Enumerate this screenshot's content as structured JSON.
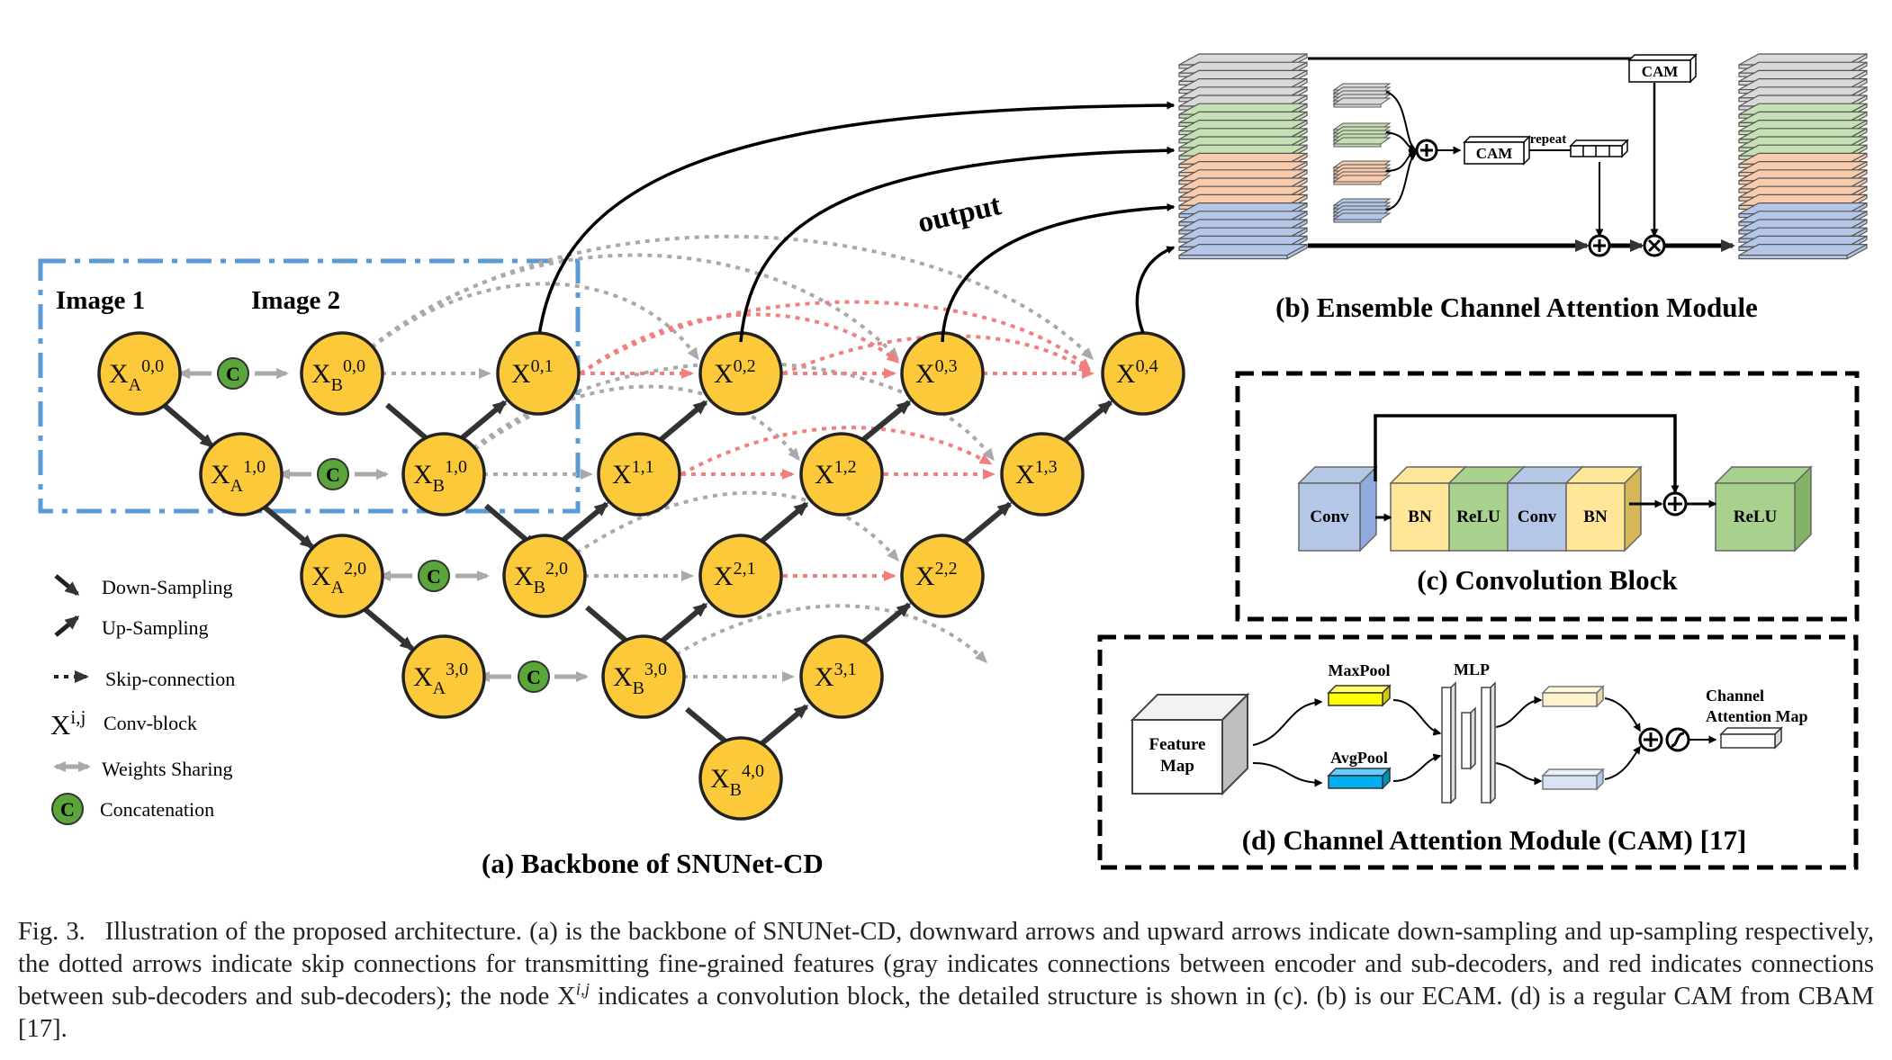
{
  "panel_a": {
    "title": "(a) Backbone of SNUNet-CD",
    "image1_label": "Image 1",
    "image2_label": "Image 2",
    "output_label": "output",
    "concat_symbol": "C",
    "nodes": [
      {
        "id": "xa00",
        "base": "X",
        "sub": "A",
        "sup": "0,0"
      },
      {
        "id": "xb00",
        "base": "X",
        "sub": "B",
        "sup": "0,0"
      },
      {
        "id": "x01",
        "base": "X",
        "sub": "",
        "sup": "0,1"
      },
      {
        "id": "x02",
        "base": "X",
        "sub": "",
        "sup": "0,2"
      },
      {
        "id": "x03",
        "base": "X",
        "sub": "",
        "sup": "0,3"
      },
      {
        "id": "x04",
        "base": "X",
        "sub": "",
        "sup": "0,4"
      },
      {
        "id": "xa10",
        "base": "X",
        "sub": "A",
        "sup": "1,0"
      },
      {
        "id": "xb10",
        "base": "X",
        "sub": "B",
        "sup": "1,0"
      },
      {
        "id": "x11",
        "base": "X",
        "sub": "",
        "sup": "1,1"
      },
      {
        "id": "x12",
        "base": "X",
        "sub": "",
        "sup": "1,2"
      },
      {
        "id": "x13",
        "base": "X",
        "sub": "",
        "sup": "1,3"
      },
      {
        "id": "xa20",
        "base": "X",
        "sub": "A",
        "sup": "2,0"
      },
      {
        "id": "xb20",
        "base": "X",
        "sub": "B",
        "sup": "2,0"
      },
      {
        "id": "x21",
        "base": "X",
        "sub": "",
        "sup": "2,1"
      },
      {
        "id": "x22",
        "base": "X",
        "sub": "",
        "sup": "2,2"
      },
      {
        "id": "xa30",
        "base": "X",
        "sub": "A",
        "sup": "3,0"
      },
      {
        "id": "xb30",
        "base": "X",
        "sub": "B",
        "sup": "3,0"
      },
      {
        "id": "x31",
        "base": "X",
        "sub": "",
        "sup": "3,1"
      },
      {
        "id": "xb40",
        "base": "X",
        "sub": "B",
        "sup": "4,0"
      }
    ],
    "legend": {
      "down_sampling": "Down-Sampling",
      "up_sampling": "Up-Sampling",
      "skip_connection": "Skip-connection",
      "conv_block_symbol_base": "X",
      "conv_block_symbol_sup": "i,j",
      "conv_block": "Conv-block",
      "weights_sharing": "Weights Sharing",
      "concat_symbol": "C",
      "concatenation": "Concatenation"
    }
  },
  "panel_b": {
    "title": "(b) Ensemble Channel Attention Module",
    "cam_label": "CAM",
    "repeat_label": "repeat"
  },
  "panel_c": {
    "title": "(c) Convolution Block",
    "blocks": [
      "Conv",
      "BN",
      "ReLU",
      "Conv",
      "BN",
      "ReLU"
    ]
  },
  "panel_d": {
    "title": "(d) Channel Attention Module (CAM) [17]",
    "feature_map_line1": "Feature",
    "feature_map_line2": "Map",
    "maxpool": "MaxPool",
    "avgpool": "AvgPool",
    "mlp": "MLP",
    "output_line1": "Channel",
    "output_line2": "Attention Map"
  },
  "caption": {
    "fig_label": "Fig. 3.",
    "part1": "Illustration of the proposed architecture. (a) is the backbone of SNUNet-CD, downward arrows and upward arrows indicate down-sampling and up-sampling respectively, the dotted arrows indicate skip connections for transmitting fine-grained features (gray indicates connections between encoder and sub-decoders, and red indicates connections between sub-decoders and sub-decoders); the node X",
    "sup": "i,j",
    "part2": " indicates a convolution block, the detailed structure is shown in (c). (b) is our ECAM. (d) is a regular CAM from CBAM [17]."
  },
  "colors": {
    "node_fill": "#fcc93b",
    "concat_fill": "#5aa63a",
    "image_box": "#5b9bd5",
    "skip_gray": "#a9a9a9",
    "skip_red": "#f08080",
    "layer_gray": "#d9d9d9",
    "layer_green": "#c5e0b4",
    "layer_orange": "#f8cbad",
    "layer_blue": "#b4c7e7",
    "conv_blue": "#b4c7e7",
    "bn_yellow": "#ffe699",
    "relu_green": "#a9d18e",
    "maxpool_yellow": "#ffff00",
    "avgpool_blue": "#00b0f0"
  }
}
